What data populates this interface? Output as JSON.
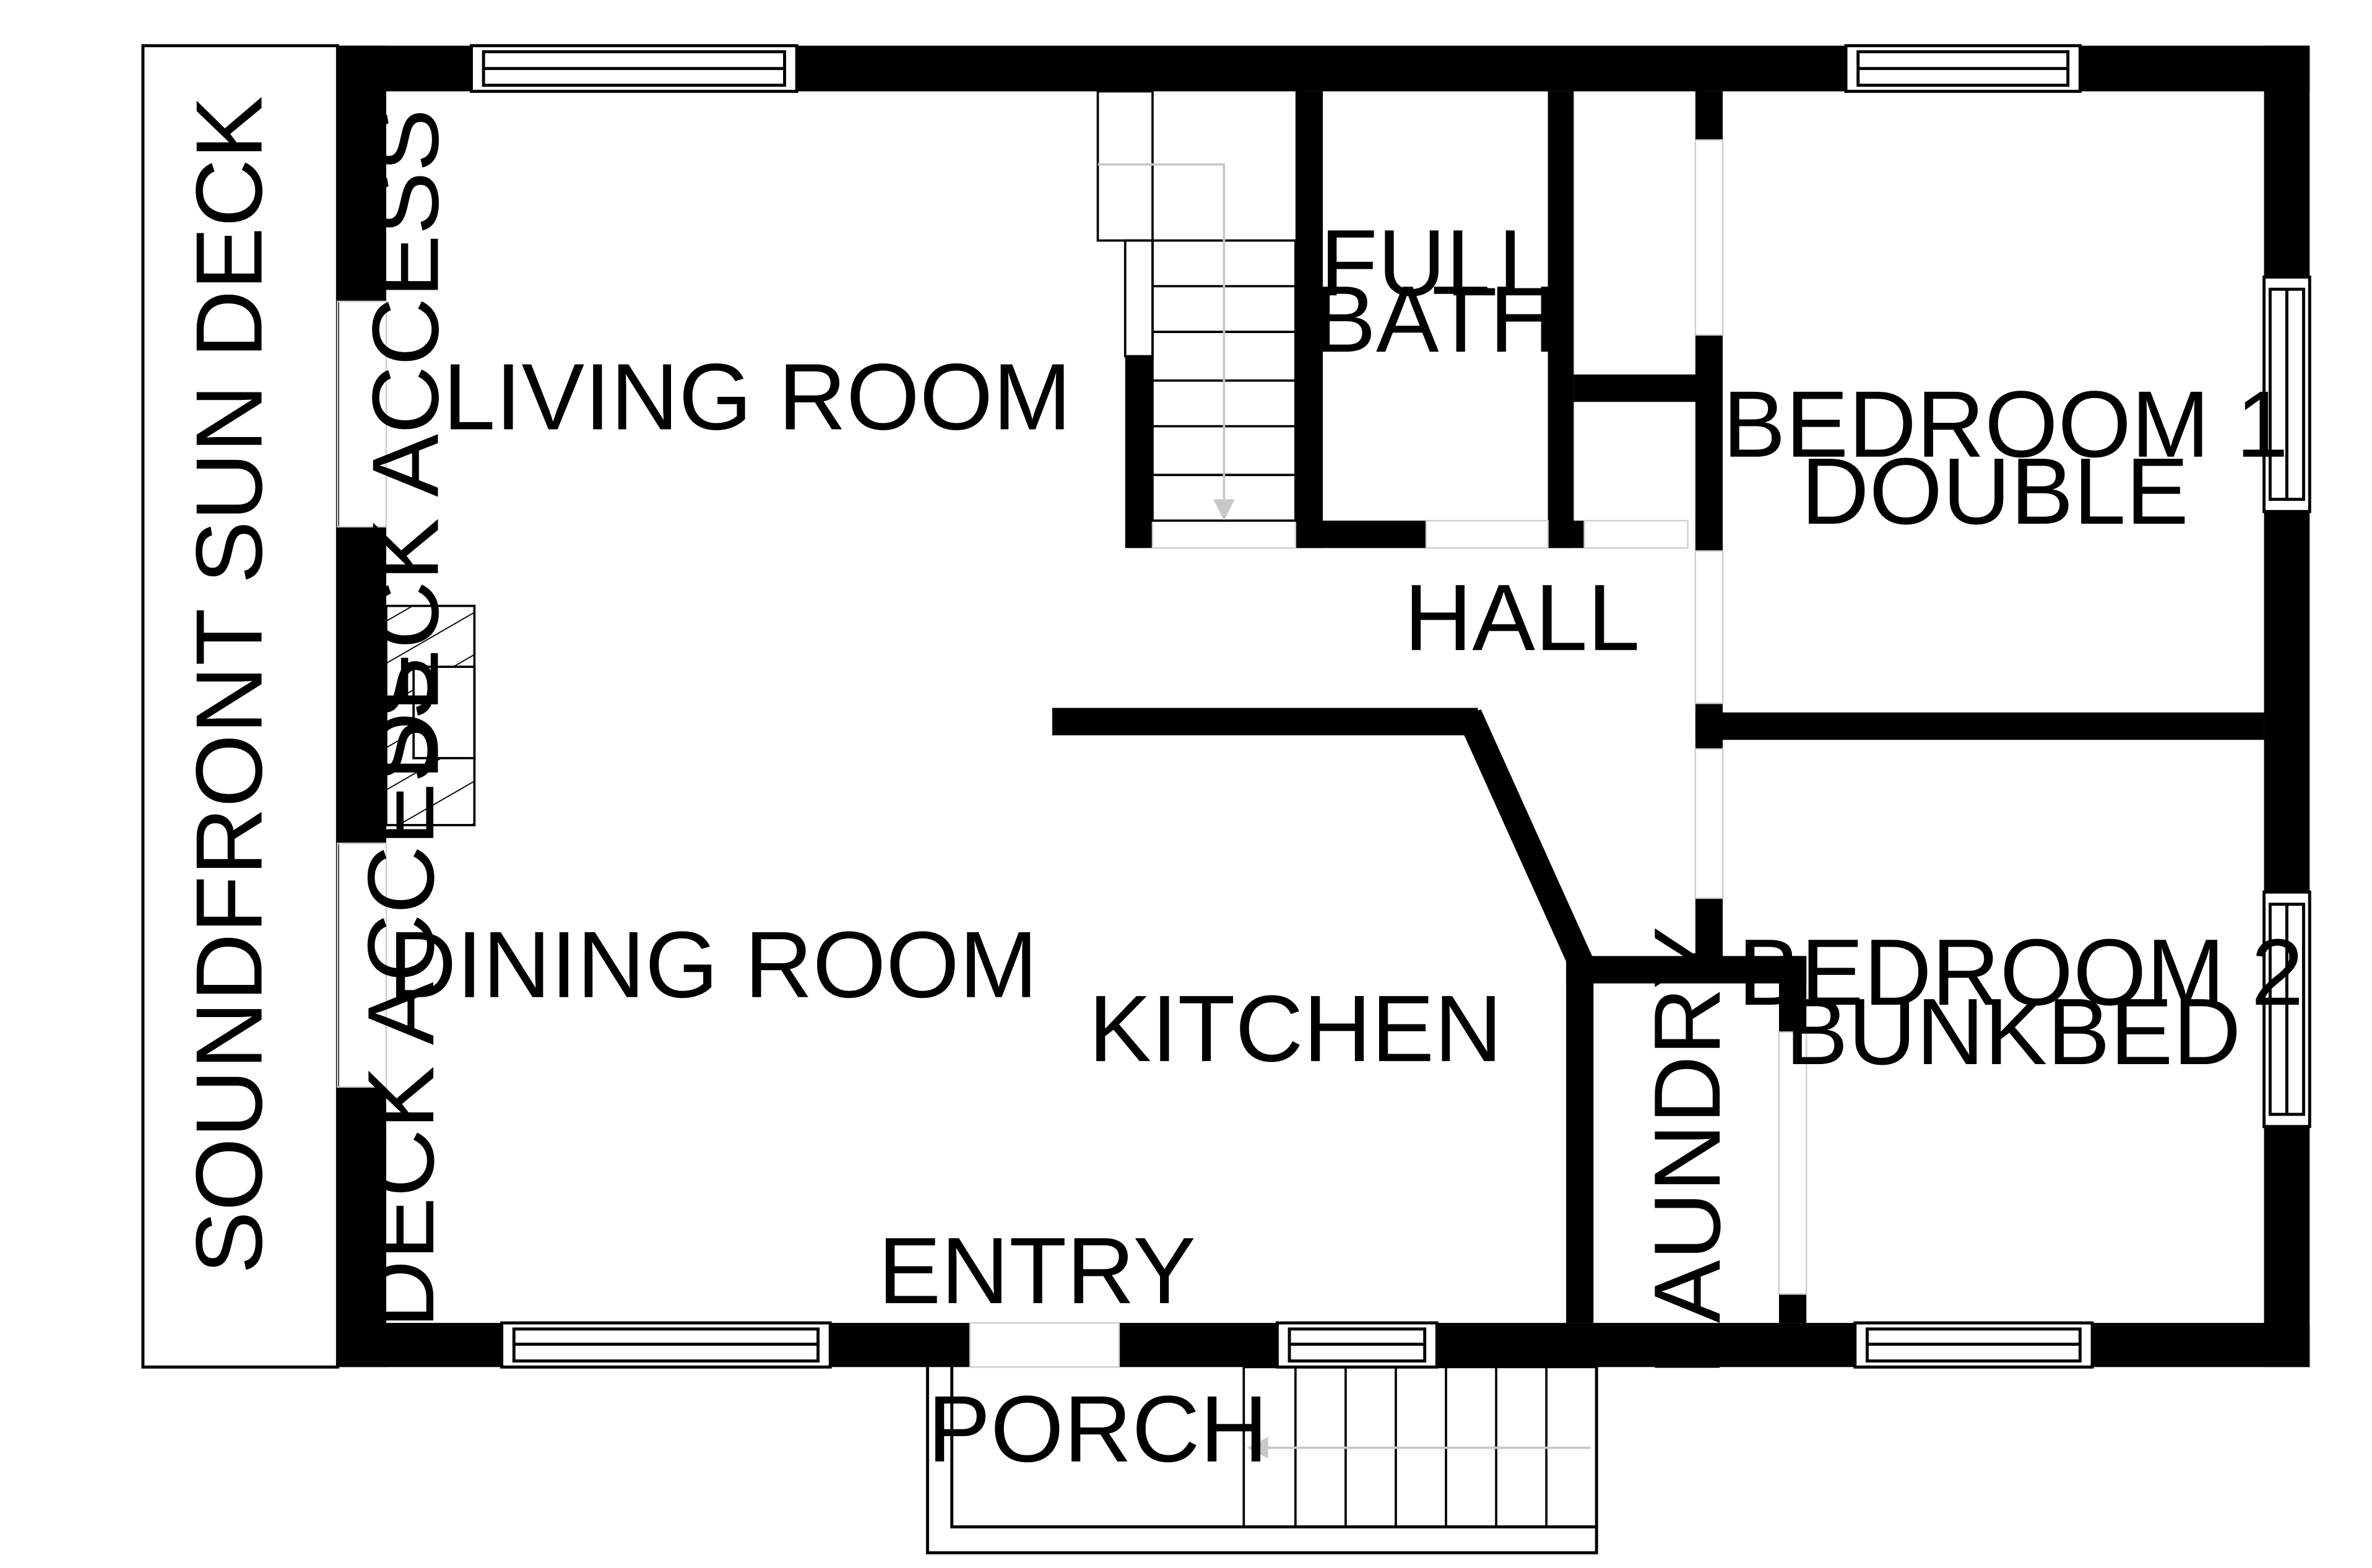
{
  "plan": {
    "labels": {
      "sun_deck": "SOUNDFRONT SUN DECK",
      "deck_access_upper": "DECK ACCESS",
      "deck_access_lower": "DECK ACCESS",
      "living_room": "LIVING ROOM",
      "dining_room": "DINING ROOM",
      "full_bath_line1": "FULL",
      "full_bath_line2": "BATH",
      "hall": "HALL",
      "kitchen": "KITCHEN",
      "laundry": "LAUNDRY",
      "bedroom1_line1": "BEDROOM 1",
      "bedroom1_line2": "DOUBLE",
      "bedroom2_line1": "BEDROOM 2",
      "bedroom2_line2": "BUNKBED",
      "entry": "ENTRY",
      "porch": "PORCH"
    },
    "colors": {
      "wall": "#000000",
      "background": "#ffffff",
      "arrow": "#c8c8c8"
    }
  }
}
